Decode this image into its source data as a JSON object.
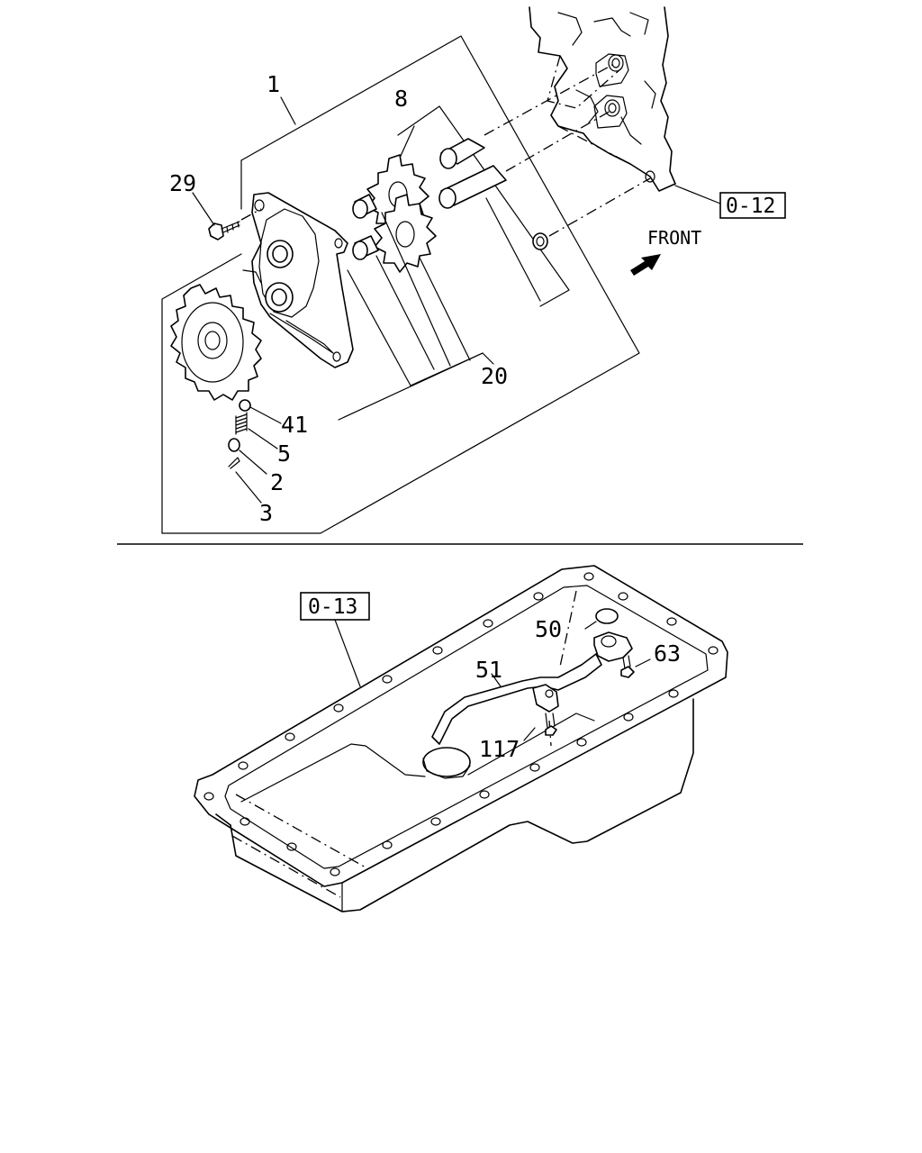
{
  "callouts": {
    "c1": "1",
    "c8": "8",
    "c29": "29",
    "c20": "20",
    "c41": "41",
    "c5": "5",
    "c2": "2",
    "c3": "3",
    "c50": "50",
    "c51": "51",
    "c63": "63",
    "c117": "117"
  },
  "references": {
    "upper": "0-12",
    "lower": "0-13"
  },
  "direction": {
    "label": "FRONT",
    "icon": "front-arrow-icon"
  }
}
